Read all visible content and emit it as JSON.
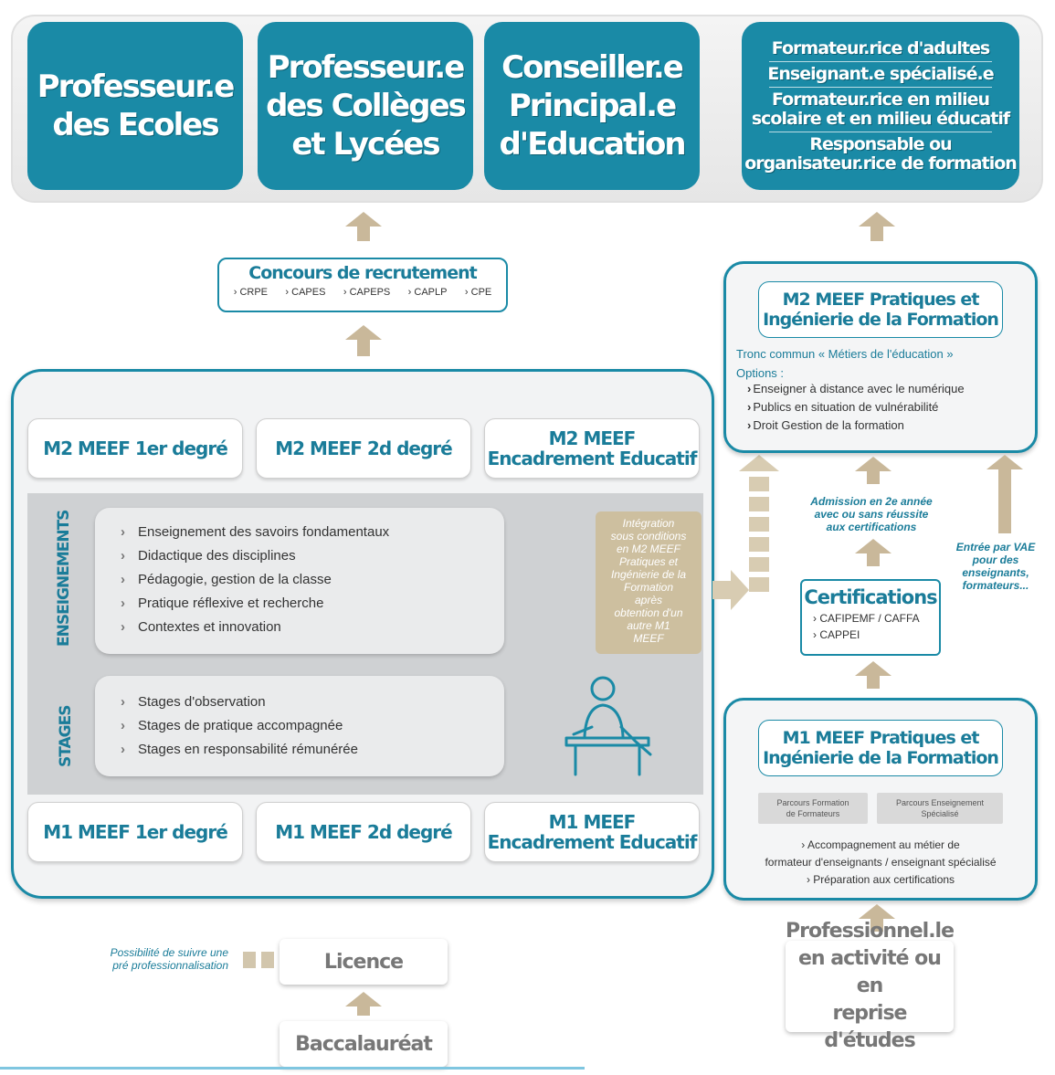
{
  "jobs": [
    {
      "label": "Professeur.e\ndes Ecoles"
    },
    {
      "label": "Professeur.e\ndes Collèges\net Lycées"
    },
    {
      "label": "Conseiller.e\nPrincipal.e\nd'Education"
    }
  ],
  "job_4": {
    "lines": [
      "Formateur.rice d'adultes",
      "Enseignant.e spécialisé.e",
      "Formateur.rice en milieu\nscolaire et en milieu éducatif",
      "Responsable ou\norganisateur.rice de formation"
    ]
  },
  "concours": {
    "title": "Concours de recrutement",
    "items": [
      "CRPE",
      "CAPES",
      "CAPEPS",
      "CAPLP",
      "CPE"
    ]
  },
  "m2": [
    "M2 MEEF 1er degré",
    "M2 MEEF 2d degré",
    "M2 MEEF\nEncadrement Educatif"
  ],
  "m1": [
    "M1 MEEF 1er degré",
    "M1 MEEF 2d degré",
    "M1 MEEF\nEncadrement Educatif"
  ],
  "enseignements": {
    "label": "ENSEIGNEMENTS",
    "items": [
      "Enseignement des savoirs fondamentaux",
      "Didactique des disciplines",
      "Pédagogie, gestion de la classe",
      "Pratique réflexive et recherche",
      "Contextes et innovation"
    ]
  },
  "stages": {
    "label": "STAGES",
    "items": [
      "Stages d'observation",
      "Stages de pratique accompagnée",
      "Stages en responsabilité rémunérée"
    ]
  },
  "integration": "Intégration\nsous conditions\nen M2 MEEF\nPratiques et\nIngénierie de la\nFormation\naprès\nobtention d'un\nautre M1\nMEEF",
  "m2_pif": {
    "title": "M2 MEEF Pratiques et\nIngénierie de la Formation",
    "tronc": "Tronc commun « Métiers de l'éducation »",
    "options_label": "Options :",
    "options": [
      "Enseigner à distance avec le numérique",
      "Publics en situation de vulnérabilité",
      "Droit Gestion de la formation"
    ]
  },
  "admission": "Admission en 2e année\navec ou sans réussite\naux certifications",
  "vae": "Entrée par VAE\npour des\nenseignants,\nformateurs...",
  "certifications": {
    "title": "Certifications",
    "items": [
      "CAFIPEMF / CAFFA",
      "CAPPEI"
    ]
  },
  "m1_pif": {
    "title": "M1 MEEF Pratiques et\nIngénierie de la Formation",
    "tags": [
      "Parcours Formation\nde Formateurs",
      "Parcours Enseignement\nSpécialisé"
    ],
    "lines": [
      "Accompagnement au métier de",
      "formateur d'enseignants / enseignant spécialisé",
      "Préparation aux certifications"
    ]
  },
  "possibilite": "Possibilité de suivre une\npré professionnalisation",
  "licence": "Licence",
  "baccalaureat": "Baccalauréat",
  "professionnel": "Professionnel.le\nen activité ou en\nreprise d'études",
  "colors": {
    "teal": "#1a8aa6",
    "beige": "#c9b89a",
    "grey_band": "#cfd1d3"
  }
}
